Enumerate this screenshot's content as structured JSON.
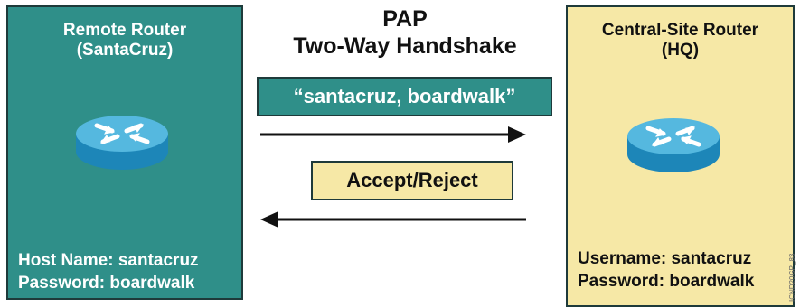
{
  "title": {
    "line1": "PAP",
    "line2": "Two-Way Handshake"
  },
  "remote_router": {
    "title_line1": "Remote Router",
    "title_line2": "(SantaCruz)",
    "host_name": "Host Name: santacruz",
    "password": "Password: boardwalk",
    "icon": "router-icon"
  },
  "central_router": {
    "title_line1": "Central-Site Router",
    "title_line2": "(HQ)",
    "username": "Username: santacruz",
    "password": "Password: boardwalk",
    "icon": "router-icon"
  },
  "messages": {
    "credentials": "“santacruz, boardwalk”",
    "response": "Accept/Reject"
  },
  "side_label": "ICND20GP_83",
  "colors": {
    "teal": "#2f8f89",
    "cream": "#f6e8a6",
    "border": "#1e3a3a"
  }
}
